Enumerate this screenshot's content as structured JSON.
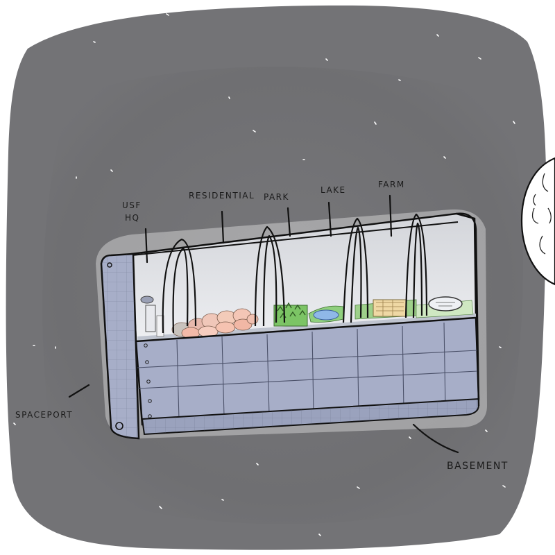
{
  "labels": {
    "usf_hq_line1": "USF",
    "usf_hq_line2": "HQ",
    "residential": "RESIDENTIAL",
    "park": "PARK",
    "lake": "LAKE",
    "farm": "FARM",
    "spaceport": "SPACEPORT",
    "basement": "BASEMENT"
  },
  "colors": {
    "space": "#717174",
    "hull": "#a7aec8",
    "dome": "#e6e8ec",
    "grass": "#8fcf7d",
    "water": "#8fb8e8",
    "moon": "#ffffff",
    "ink": "#1b1b1b"
  }
}
